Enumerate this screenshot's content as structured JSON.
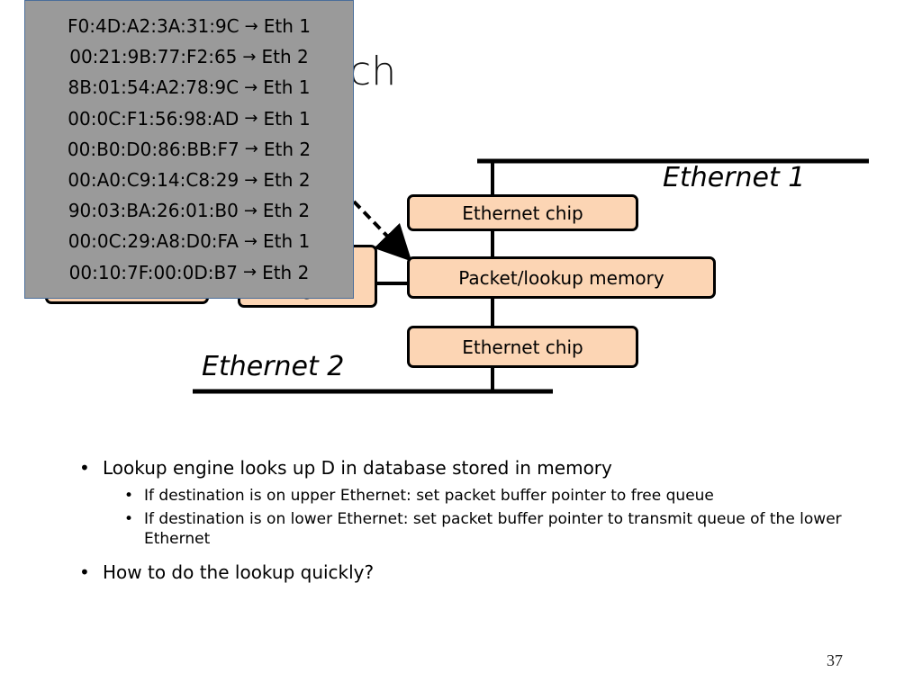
{
  "slide": {
    "title_fragment": "ch",
    "page_number": "37"
  },
  "diagram": {
    "ethernet1_label": "Ethernet 1",
    "ethernet2_label": "Ethernet 2",
    "chip_top_label": "Ethernet chip",
    "memory_label": "Packet/lookup memory",
    "chip_bottom_label": "Ethernet chip",
    "partial_box_text": "g"
  },
  "lookup_table": {
    "rows": [
      {
        "mac": "F0:4D:A2:3A:31:9C",
        "arrow": "→",
        "port": "Eth 1"
      },
      {
        "mac": "00:21:9B:77:F2:65",
        "arrow": "→",
        "port": "Eth 2"
      },
      {
        "mac": "8B:01:54:A2:78:9C",
        "arrow": "→",
        "port": "Eth 1"
      },
      {
        "mac": "00:0C:F1:56:98:AD",
        "arrow": "→",
        "port": "Eth 1"
      },
      {
        "mac": "00:B0:D0:86:BB:F7",
        "arrow": "→",
        "port": "Eth 2"
      },
      {
        "mac": "00:A0:C9:14:C8:29",
        "arrow": "→",
        "port": "Eth 2"
      },
      {
        "mac": "90:03:BA:26:01:B0",
        "arrow": "→",
        "port": "Eth 2"
      },
      {
        "mac": "00:0C:29:A8:D0:FA",
        "arrow": "→",
        "port": "Eth 1"
      },
      {
        "mac": "00:10:7F:00:0D:B7",
        "arrow": "→",
        "port": "Eth 2"
      }
    ]
  },
  "bullets": {
    "b1": "Lookup engine looks up D in database stored in memory",
    "b1_sub1": "If destination is on upper Ethernet: set packet buffer pointer to free queue",
    "b1_sub2": "If destination is on lower Ethernet: set packet buffer pointer to transmit queue of the lower Ethernet",
    "b2": "How to do the lookup quickly?"
  }
}
